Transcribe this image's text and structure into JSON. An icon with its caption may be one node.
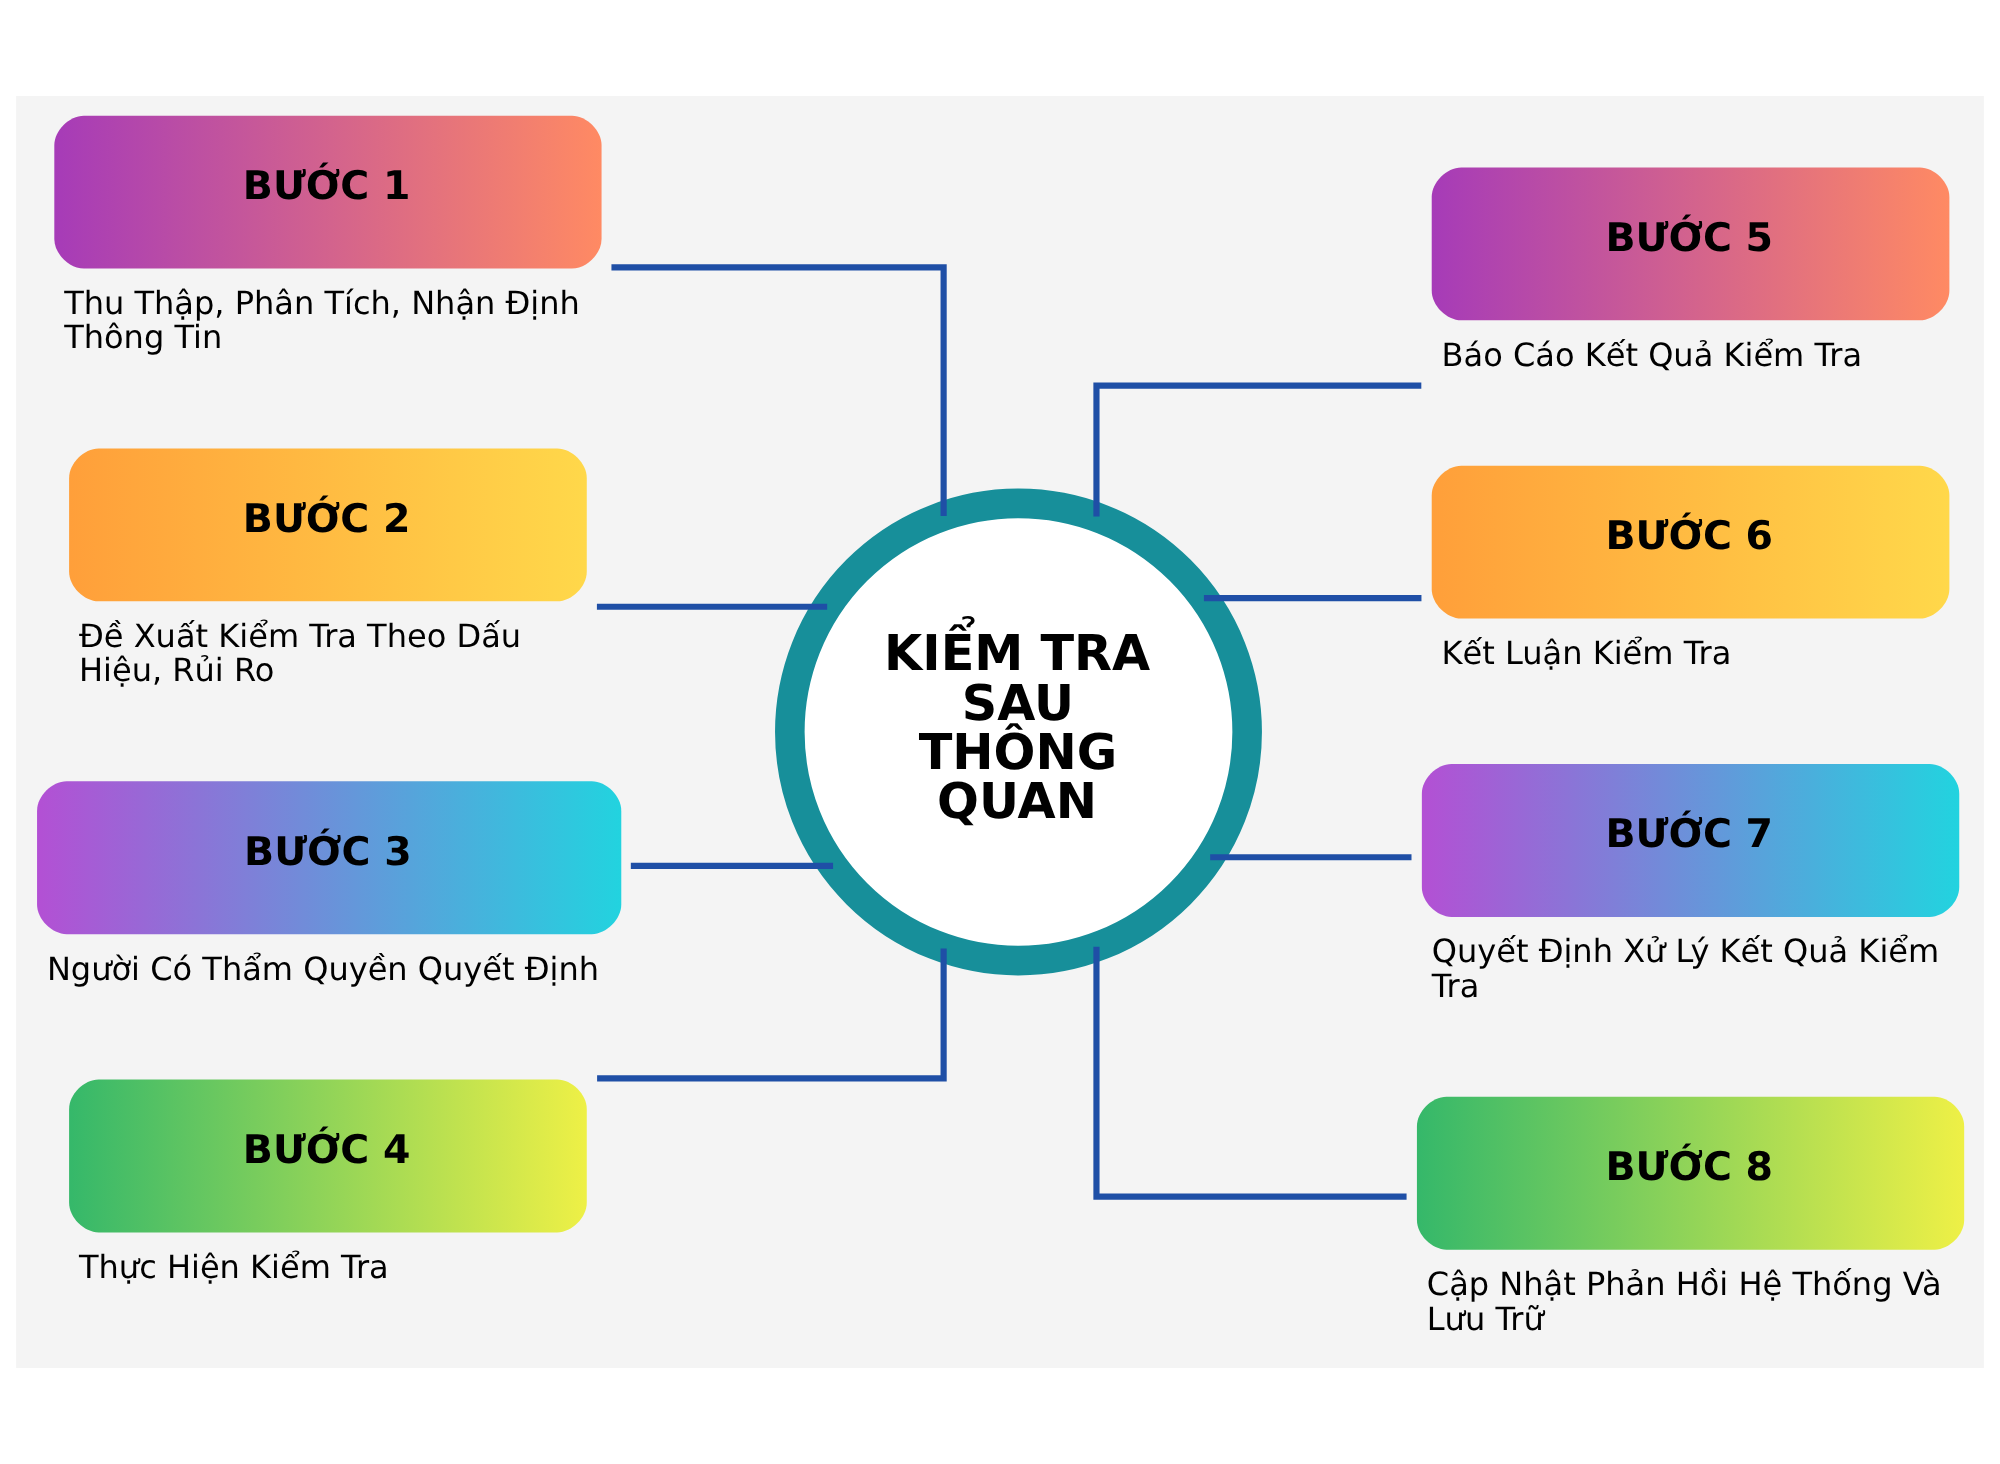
{
  "diagram": {
    "nodes": [
      {
        "text": [
          "KIỂM TRA SAU THÔNG QUAN"
        ]
      },
      {
        "text": [
          "BƯỚC 1"
        ],
        "beside": [
          "Thu Thập, Phân Tích, Nhận Định Thông Tin"
        ]
      },
      {
        "text": [
          "BƯỚC 2"
        ],
        "beside": [
          "Đề Xuất Kiểm Tra Theo Dấu Hiệu, Rủi Ro"
        ]
      },
      {
        "text": [
          "BƯỚC 3"
        ],
        "beside": [
          "Người Có Thẩm Quyền Quyết Định"
        ]
      },
      {
        "text": [
          "BƯỚC 4"
        ],
        "beside": [
          "Thực Hiện Kiểm Tra"
        ]
      },
      {
        "text": [
          "BƯỚC 5"
        ],
        "beside": [
          "Báo Cáo Kết Quả Kiểm Tra"
        ]
      },
      {
        "text": [
          "BƯỚC 6"
        ],
        "beside": [
          "Kết Luận Kiểm Tra"
        ]
      },
      {
        "text": [
          "BƯỚC 7"
        ],
        "beside": [
          "Quyết Định Xử Lý Kết Quả Kiểm Tra"
        ]
      },
      {
        "text": [
          "BƯỚC 8"
        ],
        "beside": [
          "Cập Nhật Phản Hồi Hệ Thống Và Lưu Trữ"
        ]
      }
    ],
    "edges": [
      {
        "from": 1,
        "to": 0,
        "arrow": "none"
      },
      {
        "from": 2,
        "to": 0,
        "arrow": "none"
      },
      {
        "from": 3,
        "to": 0,
        "arrow": "none"
      },
      {
        "from": 4,
        "to": 0,
        "arrow": "none"
      },
      {
        "from": 0,
        "to": 5,
        "arrow": "none"
      },
      {
        "from": 0,
        "to": 6,
        "arrow": "none"
      },
      {
        "from": 0,
        "to": 7,
        "arrow": "none"
      },
      {
        "from": 0,
        "to": 8,
        "arrow": "none"
      }
    ]
  }
}
